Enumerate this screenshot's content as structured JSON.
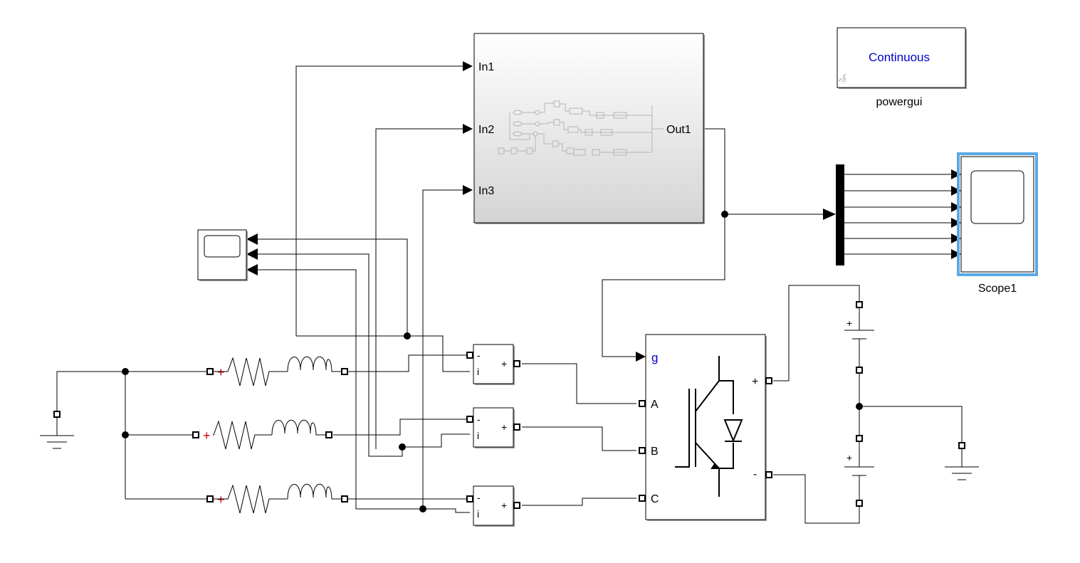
{
  "subsystem": {
    "inputs": [
      "In1",
      "In2",
      "In3"
    ],
    "output": "Out1"
  },
  "powergui": {
    "mode": "Continuous",
    "name": "powergui"
  },
  "scope1": {
    "name": "Scope1"
  },
  "converter": {
    "gate": "g",
    "phases": [
      "A",
      "B",
      "C"
    ],
    "dc_plus": "+",
    "dc_minus": "-"
  },
  "current_measurement": {
    "minus": "-",
    "plus": "+",
    "current": "i"
  },
  "battery": {
    "plus": "+"
  },
  "rl_load": {
    "plus": "+"
  },
  "colors": {
    "scope_highlight": "#5aa9e6",
    "polarity_mark": "#cc0000",
    "gate_label": "#0000cc"
  }
}
